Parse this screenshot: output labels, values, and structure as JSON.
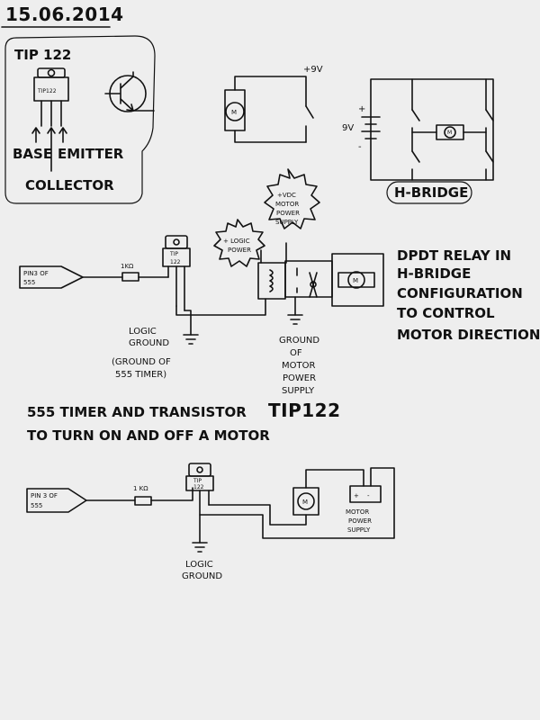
{
  "date": "15.06.2014",
  "pinout": {
    "title": "TIP 122",
    "chip_label": "TIP122",
    "base": "BASE",
    "emitter": "EMITTER",
    "collector": "COLLECTOR"
  },
  "simple_circuit": {
    "supply": "+9V",
    "motor": "M"
  },
  "hbridge": {
    "plus": "+",
    "minus": "-",
    "voltage": "9V",
    "motor": "M",
    "label": "H-BRIDGE"
  },
  "relay_circuit": {
    "pin_label_1": "PIN3 OF",
    "pin_label_2": "555",
    "resistor": "1KΩ",
    "chip_1": "TIP",
    "chip_2": "122",
    "logic_power_1": "+ LOGIC",
    "logic_power_2": "POWER",
    "motor_supply_1": "+VDC",
    "motor_supply_2": "MOTOR",
    "motor_supply_3": "POWER",
    "motor_supply_4": "SUPPLY",
    "logic_ground_1": "LOGIC",
    "logic_ground_2": "GROUND",
    "logic_ground_3": "(GROUND OF",
    "logic_ground_4": "555 TIMER)",
    "motor_ground_1": "GROUND",
    "motor_ground_2": "OF",
    "motor_ground_3": "MOTOR",
    "motor_ground_4": "POWER",
    "motor_ground_5": "SUPPLY",
    "motor": "M",
    "desc_1": "DPDT RELAY IN",
    "desc_2": "H-BRIDGE",
    "desc_3": "CONFIGURATION",
    "desc_4": "TO CONTROL",
    "desc_5": "MOTOR DIRECTION"
  },
  "heading": {
    "line1a": "555 TIMER AND TRANSISTOR",
    "line1b": "TIP122",
    "line2": "TO TURN ON AND OFF A MOTOR"
  },
  "motor_circuit": {
    "pin_label_1": "PIN 3 OF",
    "pin_label_2": "555",
    "resistor": "1 KΩ",
    "chip_1": "TIP",
    "chip_2": "122",
    "motor": "M",
    "supply_plus": "+",
    "supply_minus": "-",
    "supply_1": "MOTOR",
    "supply_2": "POWER",
    "supply_3": "SUPPLY",
    "ground_1": "LOGIC",
    "ground_2": "GROUND"
  }
}
